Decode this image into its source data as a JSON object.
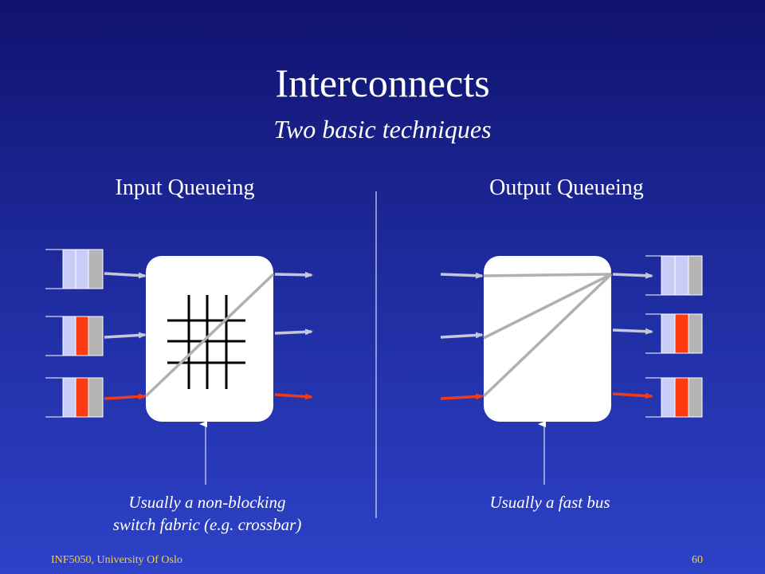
{
  "slide": {
    "title": "Interconnects",
    "subtitle": "Two basic techniques",
    "footer_left": "INF5050, University Of Oslo",
    "page_number": "60"
  },
  "left_panel": {
    "heading": "Input Queueing",
    "caption_line1": "Usually a non-blocking",
    "caption_line2": "switch fabric (e.g. crossbar)"
  },
  "right_panel": {
    "heading": "Output Queueing",
    "caption": "Usually a fast bus"
  },
  "colors": {
    "packet_light": "#c8ccf7",
    "packet_red": "#ff3a10",
    "packet_gray": "#b4b4b4",
    "arrow_gray": "#c4c8d6",
    "arrow_red": "#f03a18",
    "switch_fill": "#ffffff",
    "crossbar": "#000000",
    "internal_line": "#b0b0b0"
  }
}
